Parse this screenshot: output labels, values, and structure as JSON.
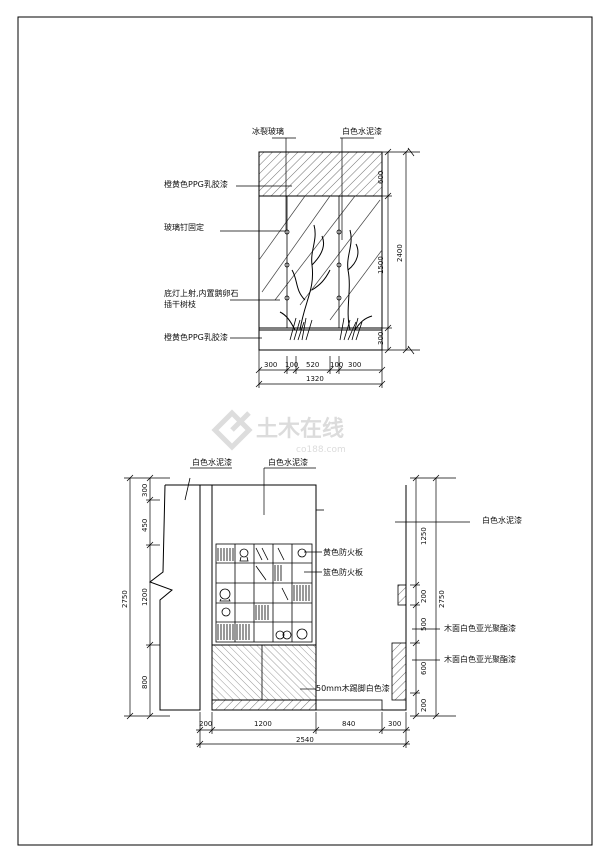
{
  "top_elevation": {
    "labels": {
      "ice_crack_glass": "冰裂玻璃",
      "white_cement_paint_top": "白色水泥漆",
      "orange_ppg_top": "橙黄色PPG乳胶漆",
      "glass_nail_fix": "玻璃钉固定",
      "bottom_light_line1": "底灯上射,内置鹅卵石",
      "bottom_light_line2": "插干树枝",
      "orange_ppg_bottom": "橙黄色PPG乳胶漆"
    },
    "dims": {
      "h_600": "600",
      "h_1500": "1500",
      "h_300": "300",
      "h_2400": "2400",
      "w_300a": "300",
      "w_100a": "100",
      "w_520": "520",
      "w_100b": "100",
      "w_300b": "300",
      "w_1320": "1320"
    }
  },
  "bottom_elevation": {
    "labels": {
      "white_cement_left": "白色水泥漆",
      "white_cement_mid": "白色水泥漆",
      "white_cement_right": "白色水泥漆",
      "yellow_fireboard": "黄色防火板",
      "blue_fireboard": "篮色防火板",
      "wood_white_matte_1": "木面白色亚光聚酯漆",
      "wood_white_matte_2": "木面白色亚光聚酯漆",
      "baseboard": "50mm木踢脚白色漆"
    },
    "dims": {
      "left_300": "300",
      "left_450": "450",
      "left_1200": "1200",
      "left_800": "800",
      "left_2750": "2750",
      "right_1250": "1250",
      "right_200a": "200",
      "right_500": "500",
      "right_600": "600",
      "right_200b": "200",
      "right_2750": "2750",
      "bot_200a": "200",
      "bot_1200": "1200",
      "bot_840": "840",
      "bot_300": "300",
      "bot_2540": "2540"
    }
  },
  "watermark": {
    "text": "土木在线",
    "url_text": "co188.com"
  }
}
